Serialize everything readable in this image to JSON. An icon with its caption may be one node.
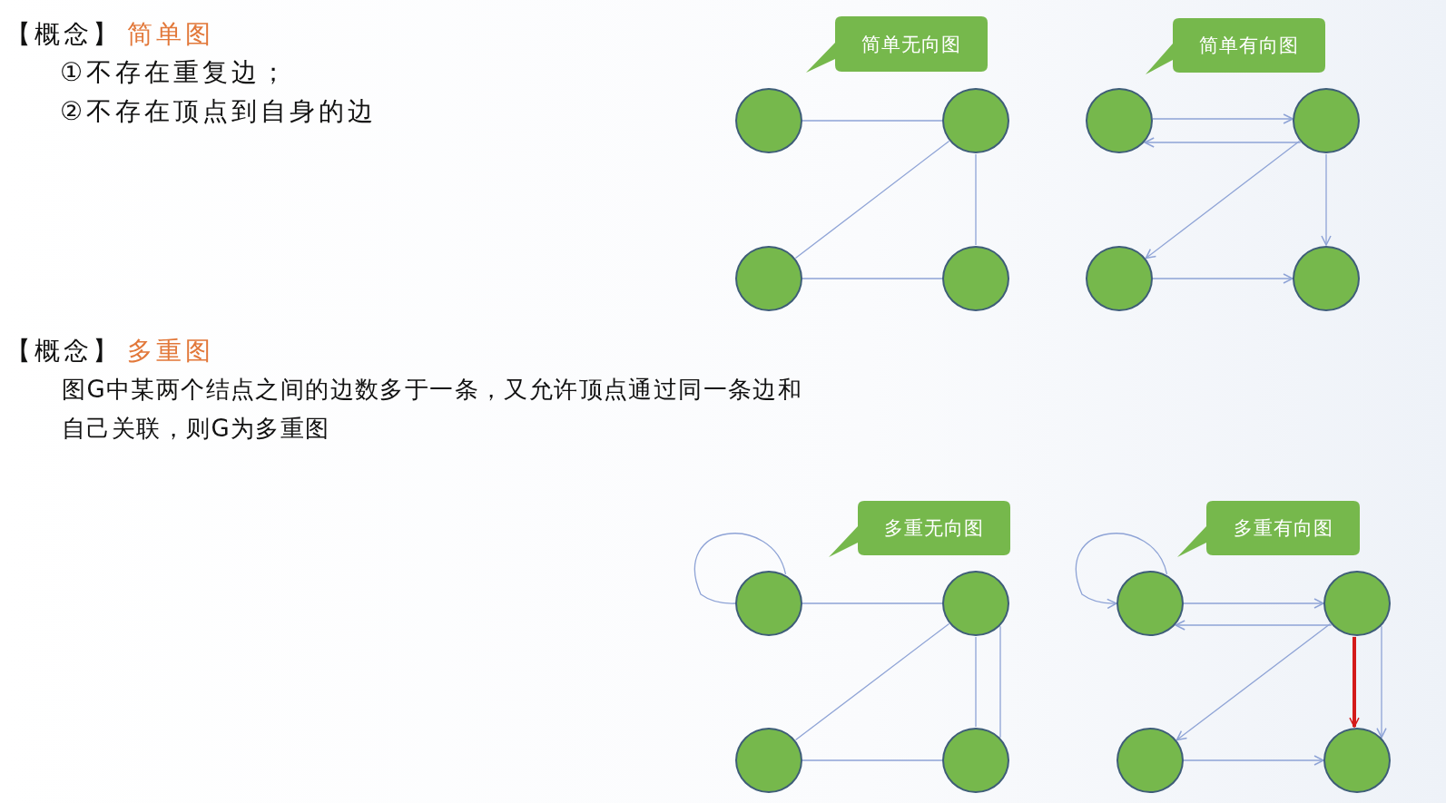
{
  "diagram": {
    "nodes": [
      {
        "text": [
          "简单无向图"
        ]
      },
      {
        "text": [],
        "shape": "circle"
      },
      {
        "text": [],
        "shape": "circle"
      },
      {
        "text": [],
        "shape": "circle"
      },
      {
        "text": [],
        "shape": "circle"
      },
      {
        "text": [
          "简单有向图"
        ]
      },
      {
        "text": [],
        "shape": "circle"
      },
      {
        "text": [],
        "shape": "circle"
      },
      {
        "text": [],
        "shape": "circle"
      },
      {
        "text": [],
        "shape": "circle"
      },
      {
        "text": [
          "多重无向图"
        ]
      },
      {
        "text": [],
        "shape": "circle"
      },
      {
        "text": [],
        "shape": "circle"
      },
      {
        "text": [],
        "shape": "circle"
      },
      {
        "text": [],
        "shape": "circle"
      },
      {
        "text": [
          "多重有向图"
        ]
      },
      {
        "text": [],
        "shape": "circle"
      },
      {
        "text": [],
        "shape": "circle"
      },
      {
        "text": [],
        "shape": "circle"
      },
      {
        "text": [],
        "shape": "circle"
      }
    ],
    "edges": [
      {
        "from": 1,
        "to": 2,
        "arrow": "none"
      },
      {
        "from": 2,
        "to": 3,
        "arrow": "none"
      },
      {
        "from": 2,
        "to": 4,
        "arrow": "none"
      },
      {
        "from": 3,
        "to": 4,
        "arrow": "none"
      },
      {
        "from": 6,
        "to": 7,
        "arrow": "to"
      },
      {
        "from": 7,
        "to": 6,
        "arrow": "to"
      },
      {
        "from": 7,
        "to": 8,
        "arrow": "to"
      },
      {
        "from": 7,
        "to": 9,
        "arrow": "to"
      },
      {
        "from": 8,
        "to": 9,
        "arrow": "to"
      },
      {
        "from": 11,
        "to": 11,
        "arrow": "none"
      },
      {
        "from": 11,
        "to": 12,
        "arrow": "none"
      },
      {
        "from": 12,
        "to": 13,
        "arrow": "none"
      },
      {
        "from": 12,
        "to": 14,
        "arrow": "none"
      },
      {
        "from": 12,
        "to": 14,
        "arrow": "none"
      },
      {
        "from": 13,
        "to": 14,
        "arrow": "none"
      },
      {
        "from": 16,
        "to": 16,
        "arrow": "to"
      },
      {
        "from": 16,
        "to": 17,
        "arrow": "to"
      },
      {
        "from": 17,
        "to": 16,
        "arrow": "to"
      },
      {
        "from": 17,
        "to": 18,
        "arrow": "to"
      },
      {
        "from": 17,
        "to": 19,
        "arrow": "to"
      },
      {
        "from": 17,
        "to": 19,
        "arrow": "to",
        "style": "thick",
        "color": "#d41a1a"
      },
      {
        "from": 18,
        "to": 19,
        "arrow": "to"
      }
    ],
    "labels": [
      "【概念】",
      "简单图",
      "①不存在重复边；",
      "②不存在顶点到自身的边",
      "【概念】",
      "多重图",
      "图G中某两个结点之间的边数多于一条，又允许顶点通过同一条边和自己关联，则G为多重图"
    ]
  }
}
